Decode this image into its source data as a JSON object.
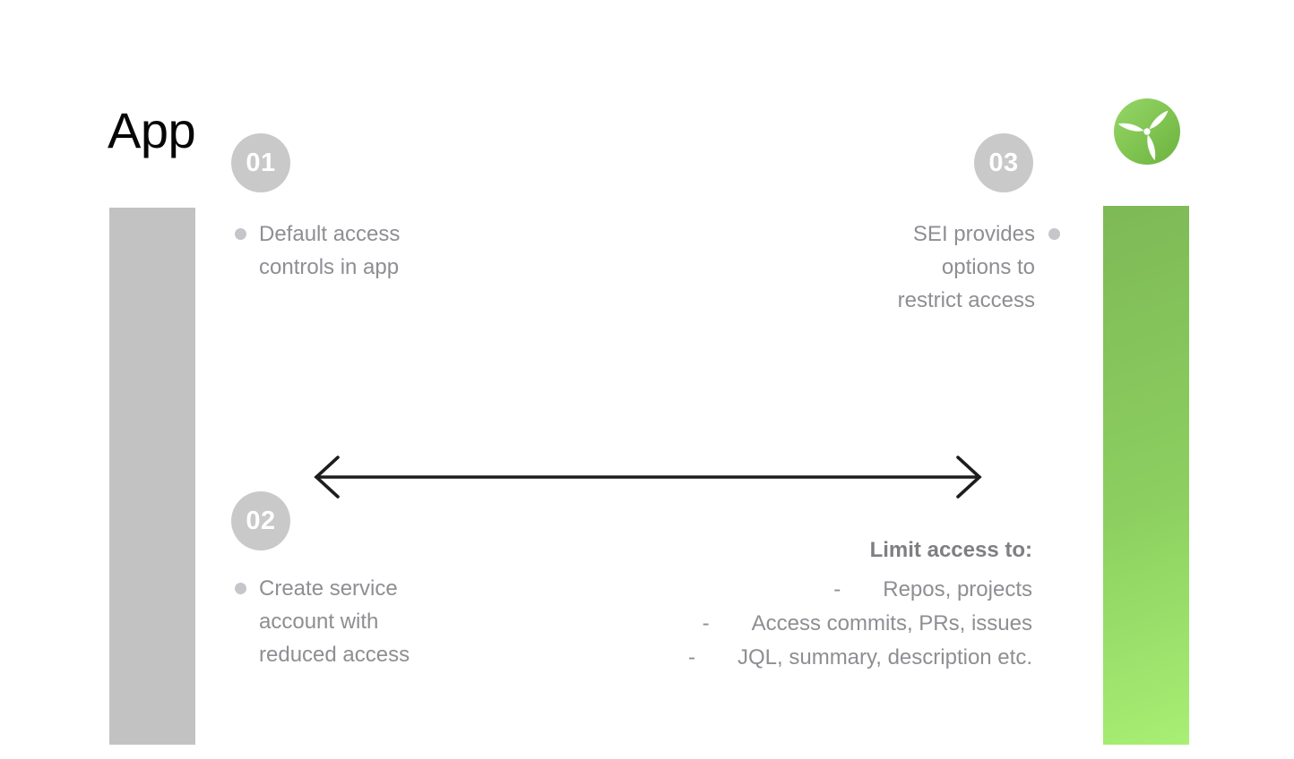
{
  "title": "App",
  "logo": {
    "icon": "wind-turbine",
    "green_start": "#96d767",
    "green_end": "#6cb23e"
  },
  "bars": {
    "left_color": "#c2c2c2",
    "right_gradient_top": "#7eb956",
    "right_gradient_bottom": "#a8ef74"
  },
  "steps": {
    "s1": {
      "number": "01",
      "lines": [
        "Default access",
        "controls in app"
      ]
    },
    "s2": {
      "number": "02",
      "lines": [
        "Create service",
        "account with",
        "reduced access"
      ]
    },
    "s3": {
      "number": "03",
      "lines": [
        "SEI provides",
        "options to",
        "restrict access"
      ]
    }
  },
  "limit": {
    "heading": "Limit access to:",
    "marker": "-",
    "items": [
      "Repos, projects",
      "Access commits, PRs, issues",
      "JQL, summary, description etc."
    ]
  },
  "arrow": {
    "color": "#1d1d1f"
  }
}
